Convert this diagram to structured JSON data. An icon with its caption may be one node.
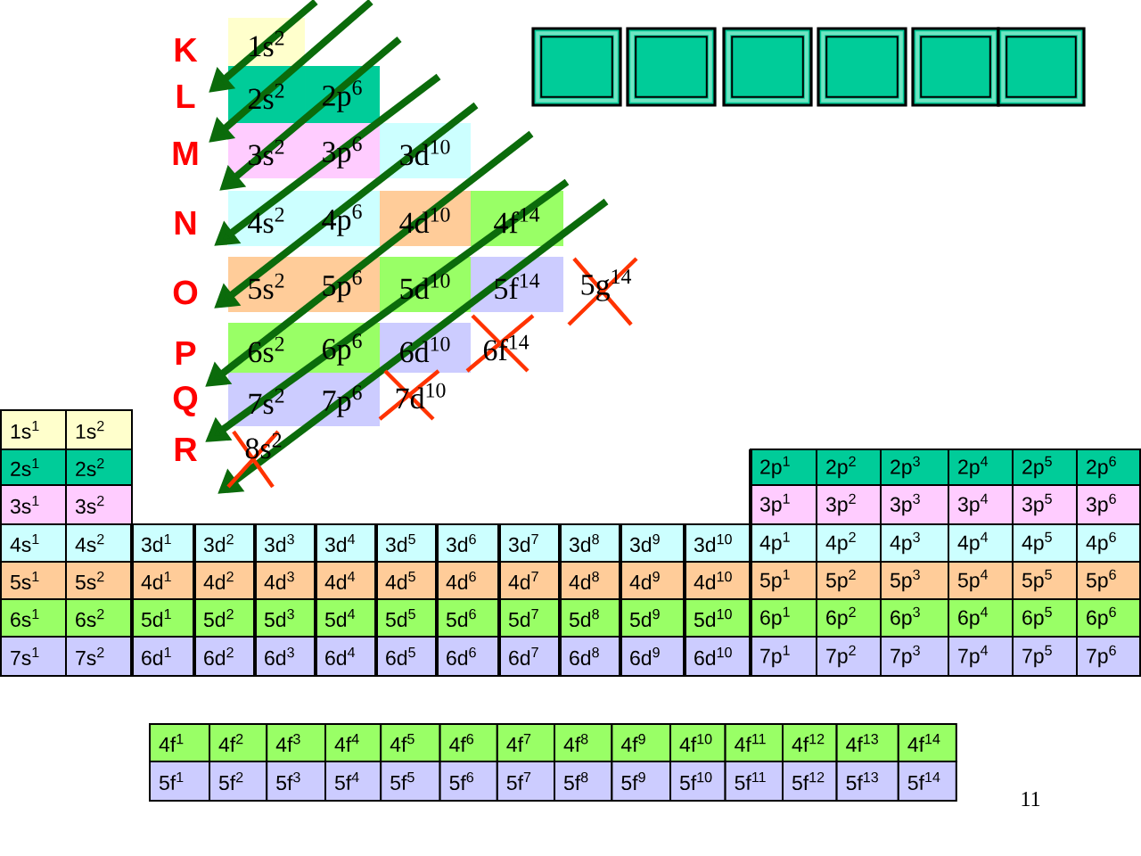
{
  "diagram": {
    "nodes": [
      {
        "text": [],
        "shape": "box"
      },
      {
        "text": [],
        "shape": "box"
      },
      {
        "text": [],
        "shape": "box"
      },
      {
        "text": [],
        "shape": "box"
      },
      {
        "text": [],
        "shape": "box"
      },
      {
        "text": [],
        "shape": "box"
      }
    ],
    "labels": [
      "K",
      "1s$^{2}$",
      "L",
      "2s$^{2}$",
      "2p$^{6}$",
      "M",
      "3s$^{2}$",
      "3p$^{6}$",
      "3d$^{10}$",
      "N",
      "4s$^{2}$",
      "4p$^{6}$",
      "4d$^{10}$",
      "4f$^{14}$",
      "O",
      "5s$^{2}$",
      "5p$^{6}$",
      "5d$^{10}$",
      "5f$^{14}$",
      "5g$^{14}$",
      "P",
      "6s$^{2}$",
      "6p$^{6}$",
      "6d$^{10}$",
      "6f$^{14}$",
      "Q",
      "7s$^{2}$",
      "7p$^{6}$",
      "7d$^{10}$",
      "R",
      "8s$^{2}$",
      "1s$^{1}$",
      "1s$^{2}$",
      "2s$^{1}$",
      "2s$^{2}$",
      "2p$^{1}$",
      "2p$^{2}$",
      "2p$^{3}$",
      "2p$^{4}$",
      "2p$^{5}$",
      "2p$^{6}$",
      "3s$^{1}$",
      "3s$^{2}$",
      "3p$^{1}$",
      "3p$^{2}$",
      "3p$^{3}$",
      "3p$^{4}$",
      "3p$^{5}$",
      "3p$^{6}$",
      "4s$^{1}$",
      "4s$^{2}$",
      "3d$^{1}$",
      "3d$^{2}$",
      "3d$^{3}$",
      "3d$^{4}$",
      "3d$^{5}$",
      "3d$^{6}$",
      "3d$^{7}$",
      "3d$^{8}$",
      "3d$^{9}$",
      "3d$^{10}$",
      "4p$^{1}$",
      "4p$^{2}$",
      "4p$^{3}$",
      "4p$^{4}$",
      "4p$^{5}$",
      "4p$^{6}$",
      "5s$^{1}$",
      "5s$^{2}$",
      "4d$^{1}$",
      "4d$^{2}$",
      "4d$^{3}$",
      "4d$^{4}$",
      "4d$^{5}$",
      "4d$^{6}$",
      "4d$^{7}$",
      "4d$^{8}$",
      "4d$^{9}$",
      "4d$^{10}$",
      "5p$^{1}$",
      "5p$^{2}$",
      "5p$^{3}$",
      "5p$^{4}$",
      "5p$^{5}$",
      "5p$^{6}$",
      "6s$^{1}$",
      "6s$^{2}$",
      "5d$^{1}$",
      "5d$^{2}$",
      "5d$^{3}$",
      "5d$^{4}$",
      "5d$^{5}$",
      "5d$^{6}$",
      "5d$^{7}$",
      "5d$^{8}$",
      "5d$^{9}$",
      "5d$^{10}$",
      "6p$^{1}$",
      "6p$^{2}$",
      "6p$^{3}$",
      "6p$^{4}$",
      "6p$^{5}$",
      "6p$^{6}$",
      "7s$^{1}$",
      "7s$^{2}$",
      "6d$^{1}$",
      "6d$^{2}$",
      "6d$^{3}$",
      "6d$^{4}$",
      "6d$^{5}$",
      "6d$^{6}$",
      "6d$^{7}$",
      "6d$^{8}$",
      "6d$^{9}$",
      "6d$^{10}$",
      "7p$^{1}$",
      "7p$^{2}$",
      "7p$^{3}$",
      "7p$^{4}$",
      "7p$^{5}$",
      "7p$^{6}$",
      "4f$^{1}$",
      "4f$^{2}$",
      "4f$^{3}$",
      "4f$^{4}$",
      "4f$^{5}$",
      "4f$^{6}$",
      "4f$^{7}$",
      "4f$^{8}$",
      "4f$^{9}$",
      "4f$^{10}$",
      "4f$^{11}$",
      "4f$^{12}$",
      "4f$^{13}$",
      "4f$^{14}$",
      "5f$^{1}$",
      "5f$^{2}$",
      "5f$^{3}$",
      "5f$^{4}$",
      "5f$^{5}$",
      "5f$^{6}$",
      "5f$^{7}$",
      "5f$^{8}$",
      "5f$^{9}$",
      "5f$^{10}$",
      "5f$^{11}$",
      "5f$^{12}$",
      "5f$^{13}$",
      "5f$^{14}$",
      "11"
    ]
  }
}
